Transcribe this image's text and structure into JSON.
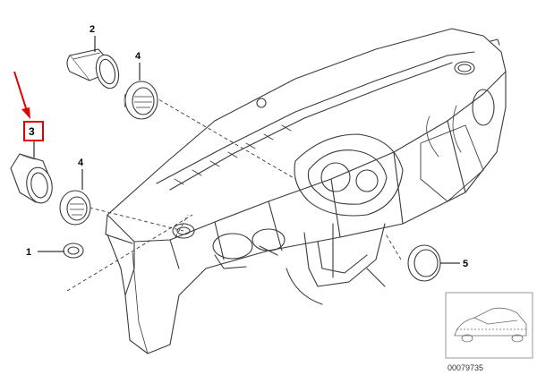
{
  "callouts": {
    "c1": "1",
    "c2": "2",
    "c3": "3",
    "c4a": "4",
    "c4b": "4",
    "c5": "5"
  },
  "diagram_id": "00079735",
  "colors": {
    "line": "#3a3a3a",
    "highlight": "#e00000",
    "thumb_border": "#9a9a9a"
  },
  "icons": {
    "arrow": "red-arrow-icon",
    "car_thumbnail": "car-thumbnail-icon"
  }
}
